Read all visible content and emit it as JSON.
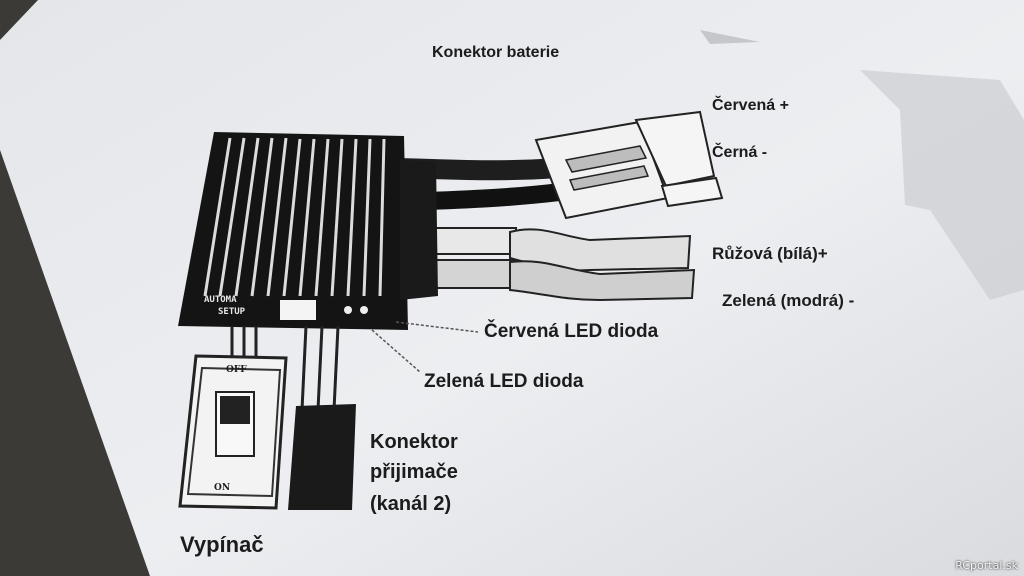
{
  "diagram": {
    "title": "Konektor baterie",
    "labels": {
      "red_plus": "Červená +",
      "black_minus": "Černá -",
      "pink_plus": "Růžová (bílá)+",
      "green_minus": "Zelená (modrá) -",
      "red_led": "Červená LED dioda",
      "green_led": "Zelená LED dioda",
      "receiver_line1": "Konektor",
      "receiver_line2": "přijimače",
      "receiver_line3": "(kanál 2)",
      "switch": "Vypínač"
    },
    "device_text": {
      "line1": "AUTOMA",
      "line2": "SETUP"
    },
    "switch_text": {
      "off": "OFF",
      "on": "ON"
    }
  },
  "watermark": "RCportal.sk"
}
